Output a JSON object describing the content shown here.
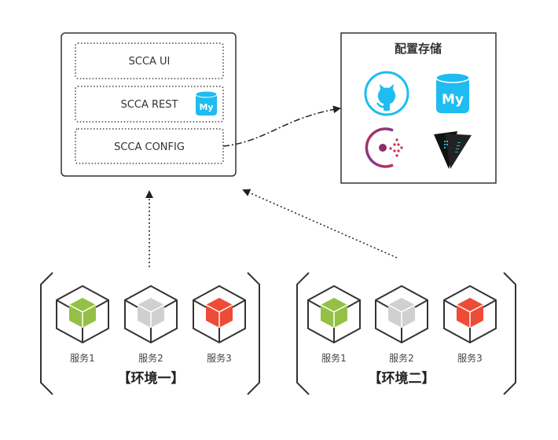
{
  "scca": {
    "modules": [
      {
        "label": "SCCA UI"
      },
      {
        "label": "SCCA REST",
        "icon": "mysql-icon"
      },
      {
        "label": "SCCA CONFIG"
      }
    ]
  },
  "storage": {
    "title": "配置存储",
    "icons": [
      "github-icon",
      "mysql-icon",
      "consul-icon",
      "vault-icon"
    ],
    "mysql_logo_text": "My"
  },
  "environments": [
    {
      "title": "【环境一】",
      "services": [
        {
          "label": "服务1",
          "color": "#95c046"
        },
        {
          "label": "服务2",
          "color": "#d0d0d0"
        },
        {
          "label": "服务3",
          "color": "#ee4c37"
        }
      ]
    },
    {
      "title": "【环境二】",
      "services": [
        {
          "label": "服务1",
          "color": "#95c046"
        },
        {
          "label": "服务2",
          "color": "#d0d0d0"
        },
        {
          "label": "服务3",
          "color": "#ee4c37"
        }
      ]
    }
  ],
  "colors": {
    "mysql": "#1ebcf0",
    "github": "#1ebcf0",
    "line": "#333333"
  }
}
